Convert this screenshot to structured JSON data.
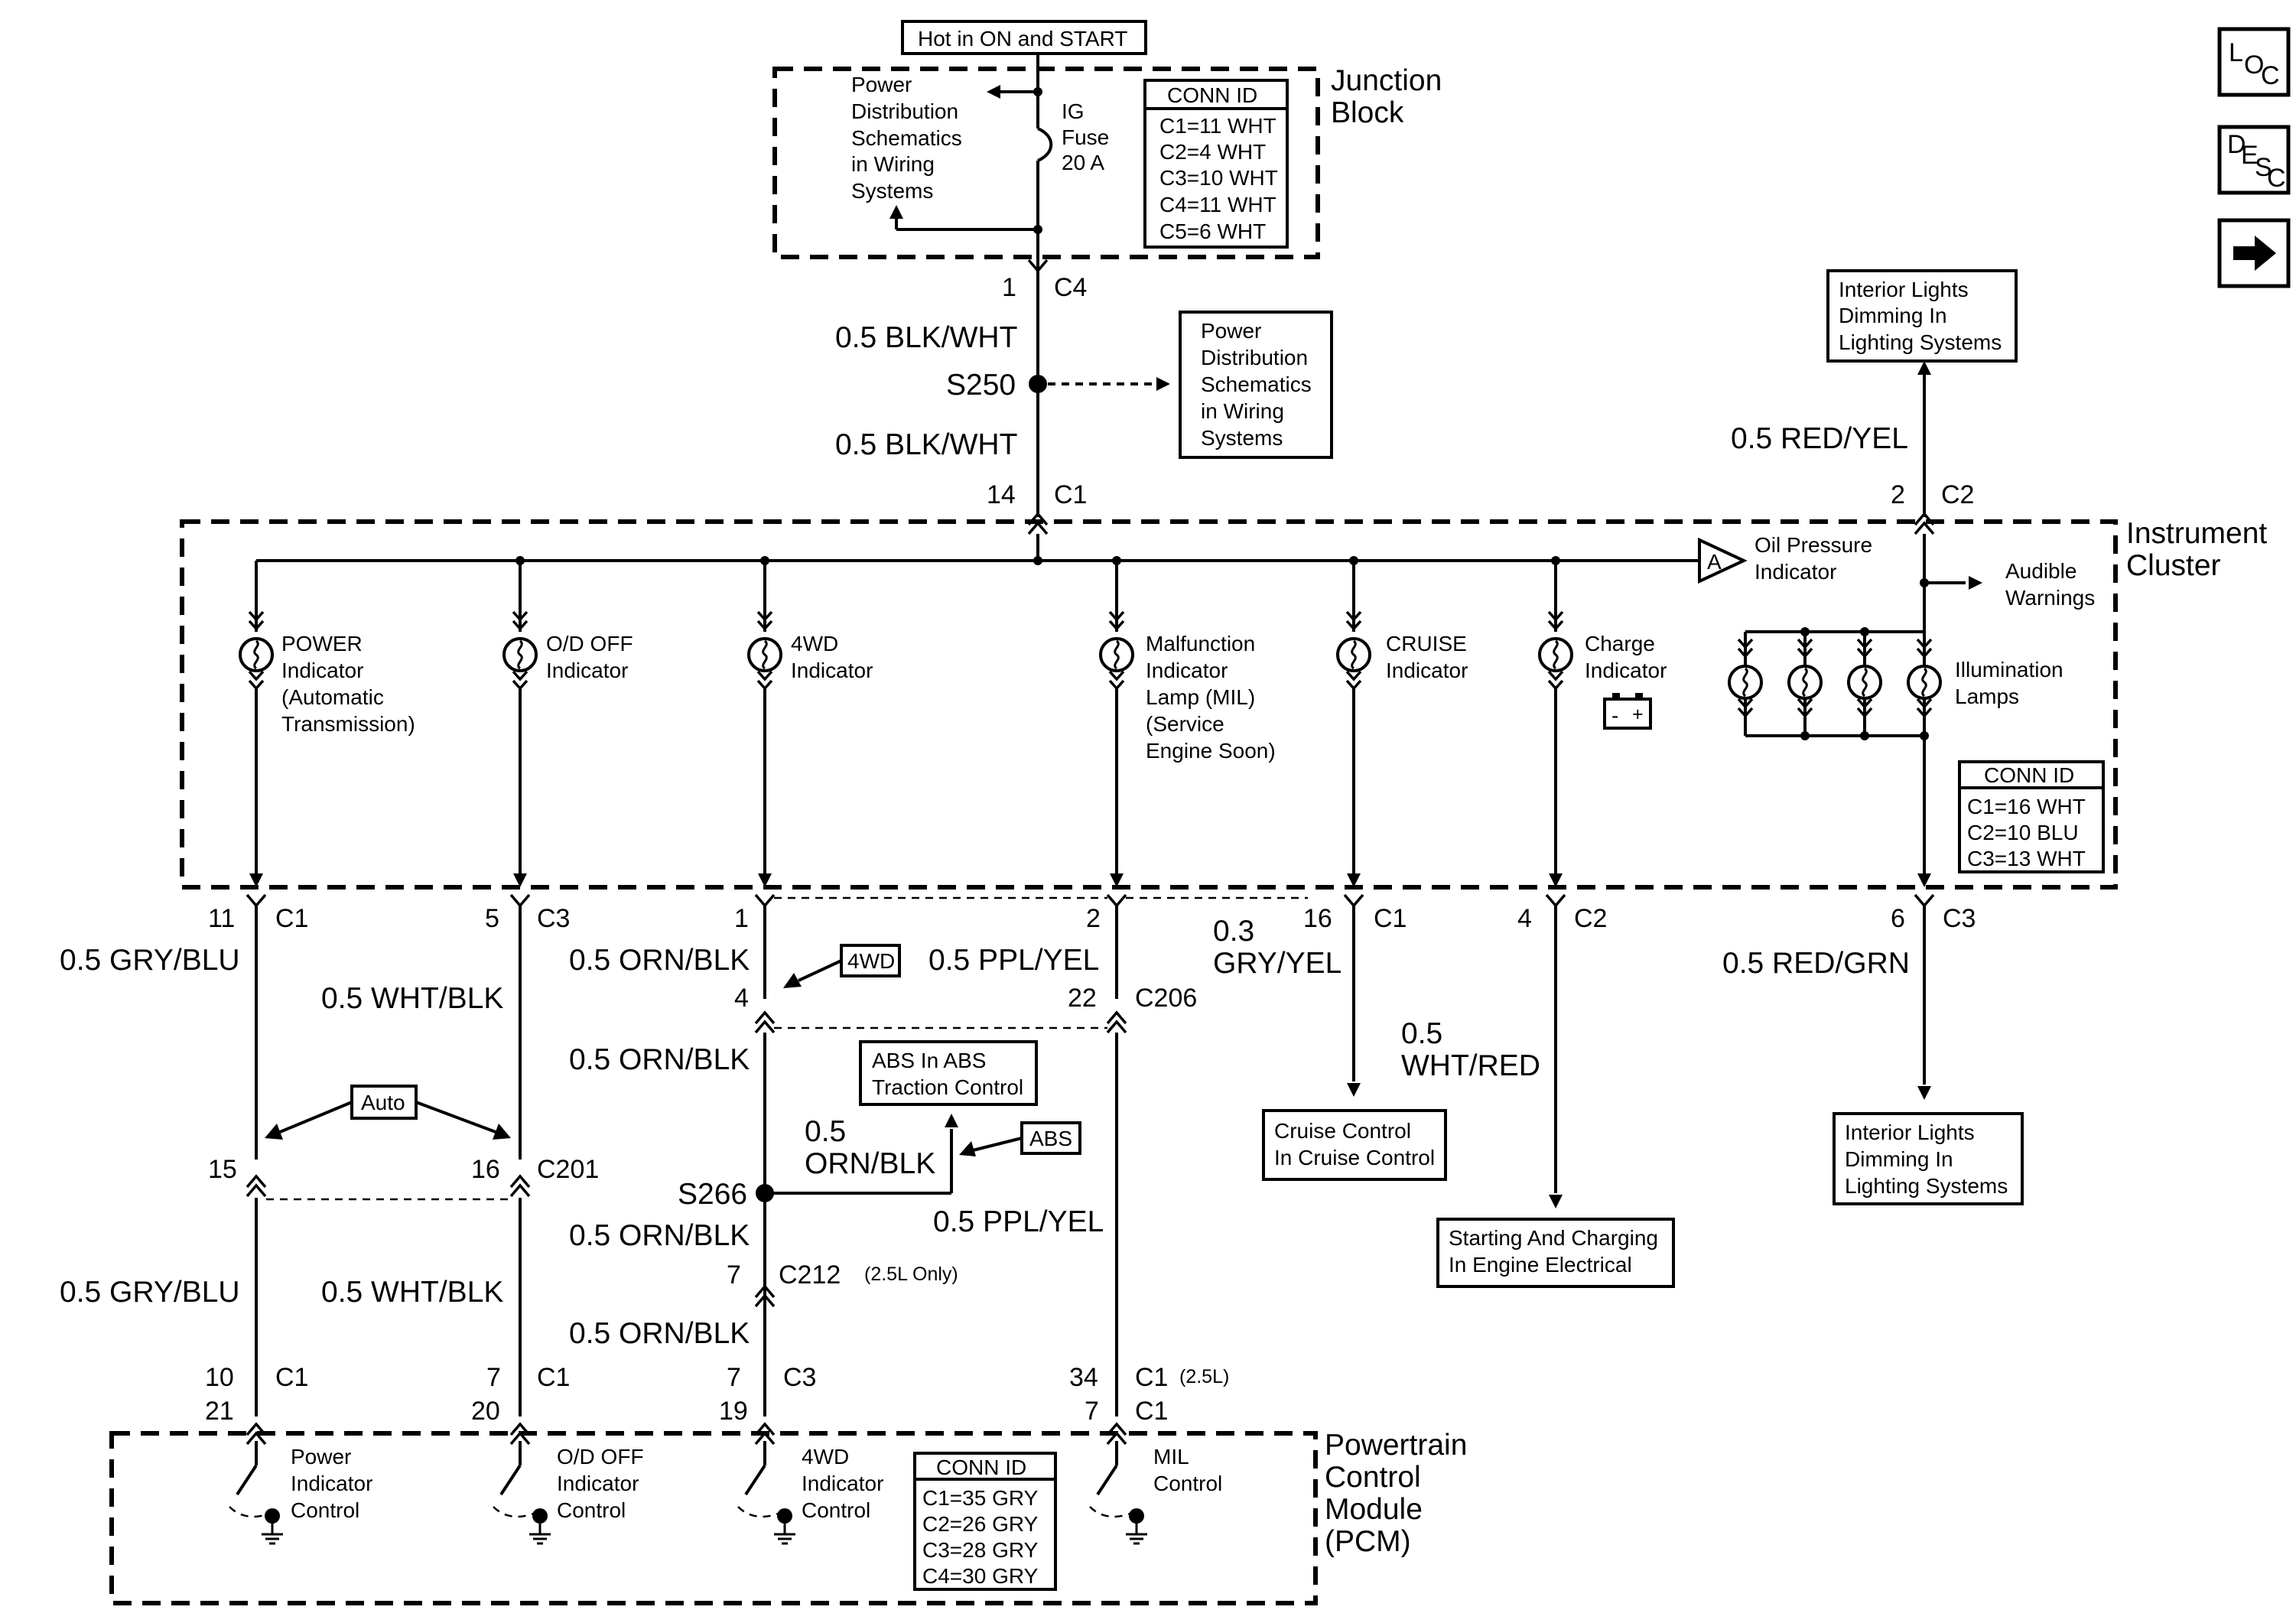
{
  "nav": {
    "loc_label": "LOC",
    "desc_label": "DESC",
    "next_icon": "right-arrow-icon"
  },
  "junction_block": {
    "title_1": "Junction",
    "title_2": "Block",
    "hot_label": "Hot in ON and START",
    "fuse_1": "IG",
    "fuse_2": "Fuse",
    "fuse_3": "20 A",
    "ref": [
      "Power",
      "Distribution",
      "Schematics",
      "in Wiring",
      "Systems"
    ],
    "conn_title": "CONN ID",
    "conn": [
      "C1=11 WHT",
      "C2=4 WHT",
      "C3=10 WHT",
      "C4=11 WHT",
      "C5=6 WHT"
    ]
  },
  "trunk": {
    "c4_pin": "1",
    "c4": "C4",
    "wire_upper": "0.5 BLK/WHT",
    "splice": "S250",
    "wire_lower": "0.5 BLK/WHT",
    "c1_pin": "14",
    "c1": "C1",
    "ref": [
      "Power",
      "Distribution",
      "Schematics",
      "in Wiring",
      "Systems"
    ]
  },
  "dimming_top": {
    "ref": [
      "Interior Lights",
      "Dimming In",
      "Lighting Systems"
    ],
    "wire": "0.5 RED/YEL",
    "pin": "2",
    "conn": "C2"
  },
  "cluster": {
    "title_1": "Instrument",
    "title_2": "Cluster",
    "oil_flag": "A",
    "oil_1": "Oil Pressure",
    "oil_2": "Indicator",
    "audible_1": "Audible",
    "audible_2": "Warnings",
    "illum_1": "Illumination",
    "illum_2": "Lamps",
    "power_ind": [
      "POWER",
      "Indicator",
      "(Automatic",
      "Transmission)"
    ],
    "od_ind": [
      "O/D OFF",
      "Indicator"
    ],
    "fwd_ind": [
      "4WD",
      "Indicator"
    ],
    "mil_ind": [
      "Malfunction",
      "Indicator",
      "Lamp (MIL)",
      "(Service",
      "Engine Soon)"
    ],
    "cruise_ind": [
      "CRUISE",
      "Indicator"
    ],
    "charge_ind": [
      "Charge",
      "Indicator"
    ],
    "battery_minus": "-",
    "battery_plus": "+",
    "conn_title": "CONN ID",
    "conn": [
      "C1=16 WHT",
      "C2=10 BLU",
      "C3=13 WHT"
    ]
  },
  "circuits": {
    "power": {
      "pin_top": "11",
      "conn_top": "C1",
      "wire_top": "0.5 GRY/BLU",
      "pin_mid": "15",
      "wire_bot": "0.5 GRY/BLU",
      "pin_b1": "10",
      "conn_b1": "C1",
      "pin_b2": "21"
    },
    "od": {
      "pin_top": "5",
      "conn_top": "C3",
      "wire_top": "0.5 WHT/BLK",
      "pin_mid": "16",
      "conn_mid": "C201",
      "wire_bot": "0.5 WHT/BLK",
      "pin_b1": "7",
      "conn_b1": "C1",
      "pin_b2": "20"
    },
    "auto_label": "Auto",
    "fwd": {
      "pin_top": "1",
      "wire_1": "0.5 ORN/BLK",
      "pin_c206": "4",
      "badge": "4WD",
      "wire_2": "0.5 ORN/BLK",
      "splice": "S266",
      "wire_3": "0.5 ORN/BLK",
      "pin_c212": "7",
      "conn_c212": "C212",
      "c212_note": "(2.5L Only)",
      "wire_4": "0.5 ORN/BLK",
      "pin_b1": "7",
      "conn_b1": "C3",
      "pin_b2": "19"
    },
    "abs": {
      "ref": [
        "ABS In ABS",
        "Traction Control"
      ],
      "wire_1": "0.5",
      "wire_2": "ORN/BLK",
      "badge": "ABS"
    },
    "mil": {
      "pin_top": "2",
      "wire_1": "0.5 PPL/YEL",
      "pin_c206": "22",
      "conn_c206": "C206",
      "wire_2": "0.5 PPL/YEL",
      "pin_b1": "34",
      "conn_b1": "C1",
      "b1_note": "(2.5L)",
      "pin_b2": "7",
      "conn_b2": "C1"
    },
    "cruise": {
      "pin": "16",
      "conn": "C1",
      "wire_1": "0.3",
      "wire_2": "GRY/YEL",
      "ref": [
        "Cruise Control",
        "In Cruise Control"
      ]
    },
    "charge": {
      "pin": "4",
      "conn": "C2",
      "wire_1": "0.5",
      "wire_2": "WHT/RED",
      "ref": [
        "Starting And Charging",
        "In Engine Electrical"
      ]
    },
    "illum": {
      "pin": "6",
      "conn": "C3",
      "wire": "0.5 RED/GRN",
      "ref": [
        "Interior Lights",
        "Dimming In",
        "Lighting Systems"
      ]
    }
  },
  "pcm": {
    "title": [
      "Powertrain",
      "Control",
      "Module",
      "(PCM)"
    ],
    "power_ctl": [
      "Power",
      "Indicator",
      "Control"
    ],
    "od_ctl": [
      "O/D OFF",
      "Indicator",
      "Control"
    ],
    "fwd_ctl": [
      "4WD",
      "Indicator",
      "Control"
    ],
    "mil_ctl": [
      "MIL",
      "Control"
    ],
    "conn_title": "CONN ID",
    "conn": [
      "C1=35 GRY",
      "C2=26 GRY",
      "C3=28 GRY",
      "C4=30 GRY"
    ]
  }
}
